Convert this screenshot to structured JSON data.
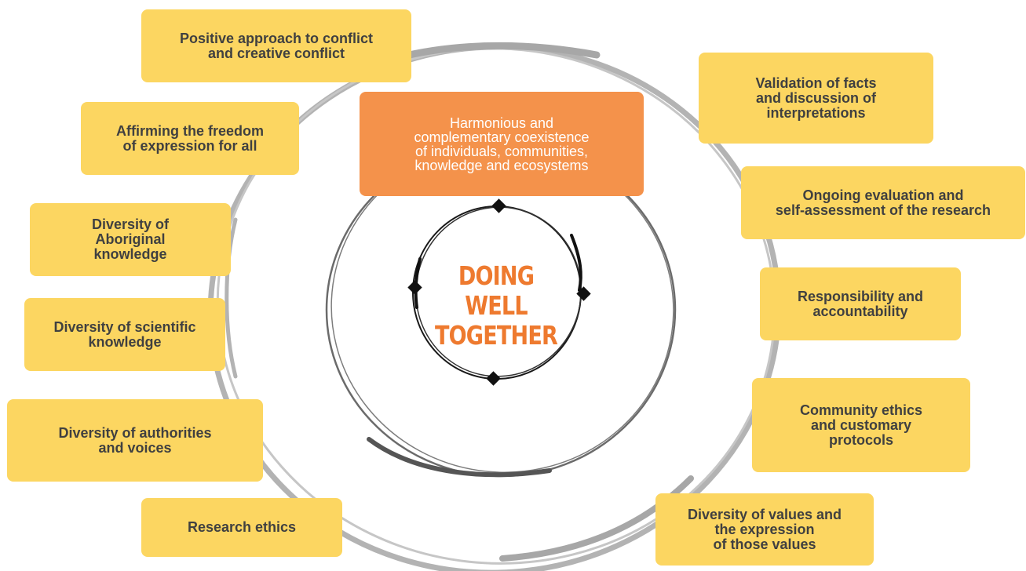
{
  "diagram": {
    "title": "DOING WELL\nTOGETHER",
    "center_value": "Harmonious and\ncomplementary coexistence\nof individuals, communities,\nknowledge and ecosystems",
    "left_items": [
      "Positive approach to conflict\nand creative conflict",
      "Affirming the freedom\nof expression for all",
      "Diversity of\nAboriginal\nknowledge",
      "Diversity of scientific\nknowledge",
      "Diversity of authorities\nand voices",
      "Research ethics"
    ],
    "right_items": [
      "Validation of facts\nand discussion of\ninterpretations",
      "Ongoing evaluation and\nself-assessment of the research",
      "Responsibility and\naccountability",
      "Community ethics\nand customary\nprotocols",
      "Diversity of values and\nthe expression\nof those values"
    ],
    "colors": {
      "value_box": "#fcd661",
      "center_box": "#f4924b",
      "title": "#ee7a2f",
      "outer_ring": "#8f8f8f",
      "middle_ring": "#6b6b6b",
      "inner_ring": "#1a1a1a"
    }
  }
}
